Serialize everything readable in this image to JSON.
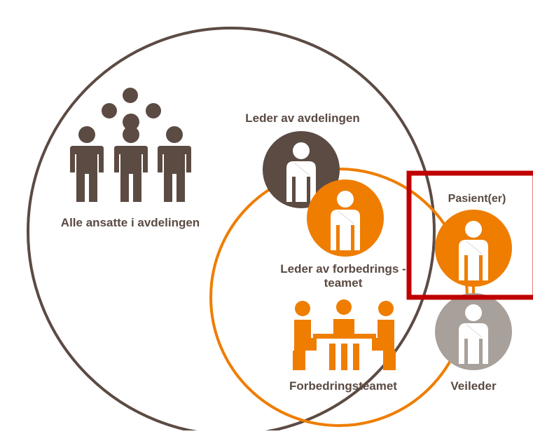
{
  "labels": {
    "all_staff": "Alle ansatte i avdelingen",
    "department_leader": "Leder av avdelingen",
    "team_leader_line1": "Leder av forbedrings -",
    "team_leader_line2": "teamet",
    "improvement_team": "Forbedringsteamet",
    "patients": "Pasient(er)",
    "supervisor": "Veileder"
  },
  "colors": {
    "dark_brown": "#5c4b43",
    "orange": "#ef7d00",
    "grey": "#a8a09a",
    "highlight_red": "#c00000",
    "white": "#ffffff"
  },
  "icons": {
    "all_staff": "group-of-people-icon",
    "department_leader": "person-icon",
    "team_leader": "person-icon",
    "improvement_team": "team-meeting-icon",
    "patients": "person-icon",
    "supervisor": "person-icon"
  }
}
